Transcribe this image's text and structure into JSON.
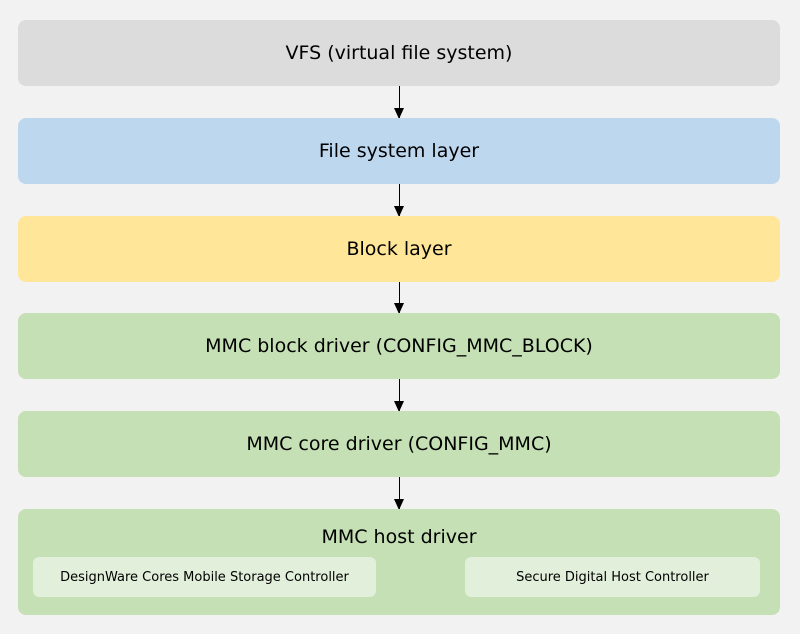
{
  "layers": {
    "vfs": "VFS (virtual file system)",
    "file_system": "File system layer",
    "block": "Block layer",
    "mmc_block": "MMC block driver (CONFIG_MMC_BLOCK)",
    "mmc_core": "MMC core driver (CONFIG_MMC)",
    "mmc_host": {
      "title": "MMC host driver",
      "controllers": [
        "DesignWare Cores Mobile Storage Controller",
        "Secure Digital Host Controller"
      ]
    }
  },
  "colors": {
    "background": "#f2f2f2",
    "vfs": "#dcdcdc",
    "file_system": "#bdd7ee",
    "block": "#ffe699",
    "mmc": "#c5e0b4",
    "controller": "#e2efda"
  }
}
